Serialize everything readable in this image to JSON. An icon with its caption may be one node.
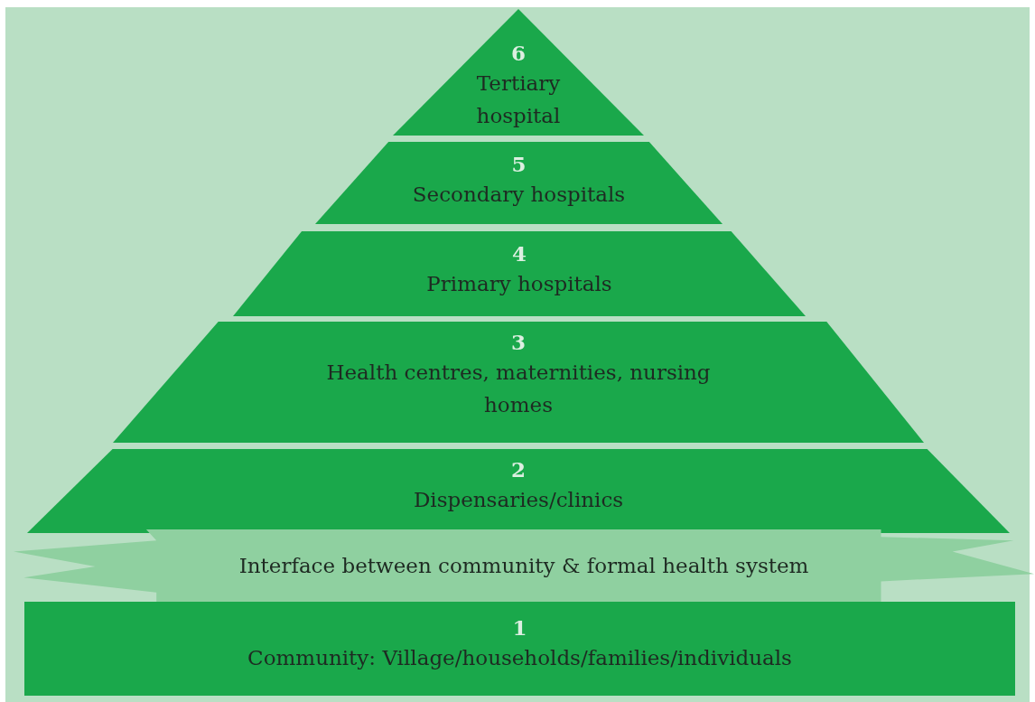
{
  "diagram": {
    "nodes": [
      {
        "text": [
          "6",
          "Tertiary hospital"
        ]
      },
      {
        "text": [
          "5",
          "Secondary hospitals"
        ]
      },
      {
        "text": [
          "4",
          "Primary hospitals"
        ]
      },
      {
        "text": [
          "3",
          "Health centres, maternities, nursing homes"
        ]
      },
      {
        "text": [
          "2",
          "Dispensaries/clinics"
        ]
      },
      {
        "text": [
          "Interface between community & formal health system"
        ]
      },
      {
        "text": [
          "1",
          "Community: Village/households/families/individuals"
        ]
      }
    ]
  }
}
